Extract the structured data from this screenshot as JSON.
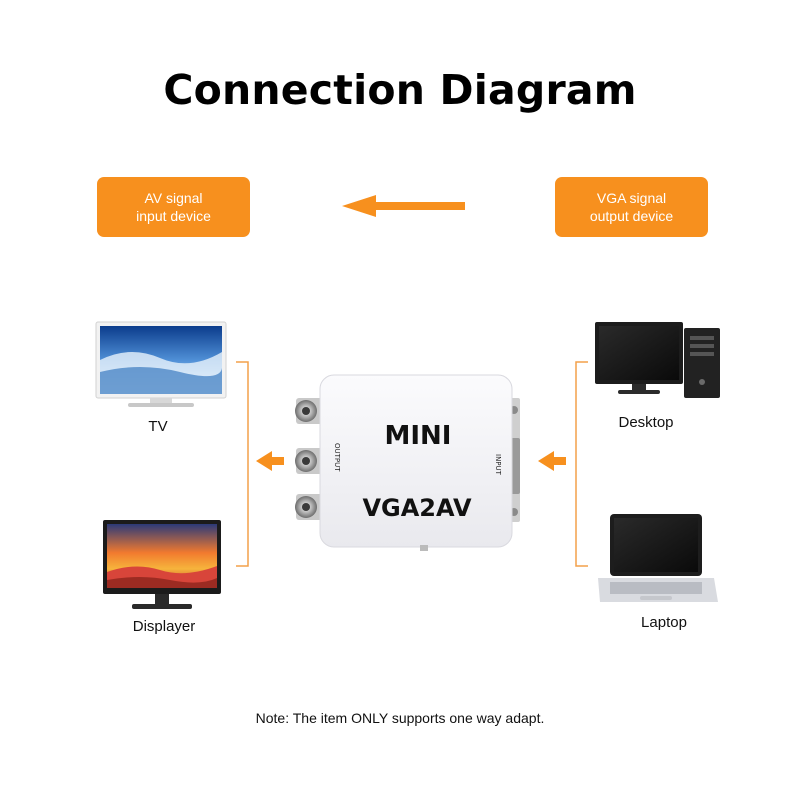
{
  "title": "Connection Diagram",
  "left_box": {
    "line1": "AV signal",
    "line2": "input device"
  },
  "right_box": {
    "line1": "VGA signal",
    "line2": "output device"
  },
  "devices": {
    "tv": "TV",
    "displayer": "Displayer",
    "desktop": "Desktop",
    "laptop": "Laptop"
  },
  "converter": {
    "brand": "MINI",
    "model": "VGA2AV",
    "output_port": "OUTPUT",
    "input_port": "INPUT"
  },
  "note": "Note: The item ONLY supports one way adapt.",
  "colors": {
    "accent": "#f7901e",
    "bracket": "#f4a04a",
    "device_body": "#f4f4f6"
  }
}
